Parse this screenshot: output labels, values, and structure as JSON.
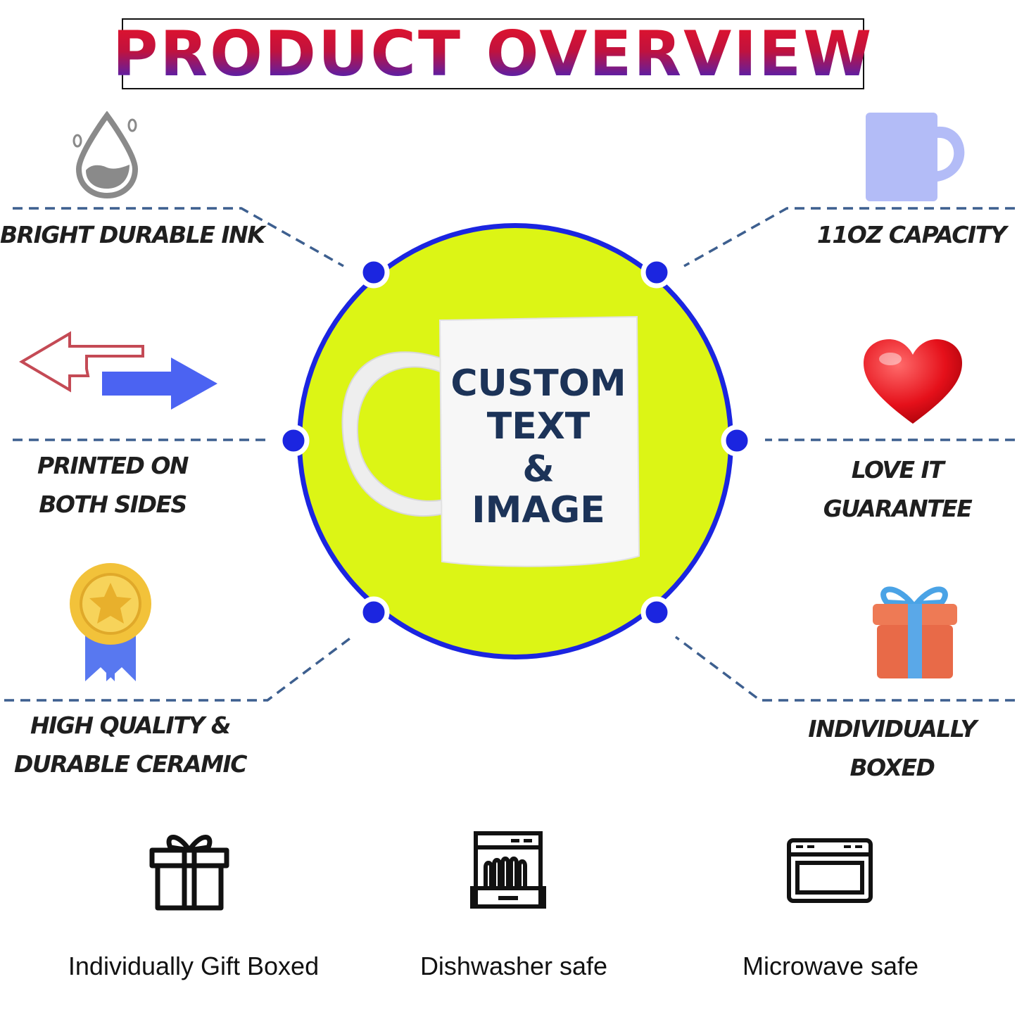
{
  "title": "PRODUCT OVERVIEW",
  "mug": {
    "line1": "CUSTOM",
    "line2": "TEXT",
    "line3": "&",
    "line4": "IMAGE"
  },
  "features": {
    "top_left": "BRIGHT DURABLE INK",
    "top_right": "11OZ  CAPACITY",
    "mid_left_1": "PRINTED ON",
    "mid_left_2": "BOTH SIDES",
    "mid_right_1": "LOVE IT",
    "mid_right_2": "GUARANTEE",
    "bottom_left_1": "HIGH QUALITY &",
    "bottom_left_2": "DURABLE CERAMIC",
    "bottom_right_1": "INDIVIDUALLY",
    "bottom_right_2": "BOXED"
  },
  "bottom_row": {
    "gift": "Individually Gift Boxed",
    "dishwasher": "Dishwasher safe",
    "microwave": "Microwave safe"
  },
  "icons": {
    "ink": "water-drop-icon",
    "capacity": "mug-icon",
    "both_sides": "double-arrow-icon",
    "guarantee": "heart-icon",
    "quality": "medal-icon",
    "boxed": "gift-box-icon",
    "gift_outline": "gift-outline-icon",
    "dishwasher": "dishwasher-icon",
    "microwave": "microwave-icon"
  },
  "colors": {
    "circle_fill": "#dcf515",
    "circle_ring": "#1b25e0",
    "dash_line": "#3d5f8f",
    "mug_text": "#1c3358"
  }
}
